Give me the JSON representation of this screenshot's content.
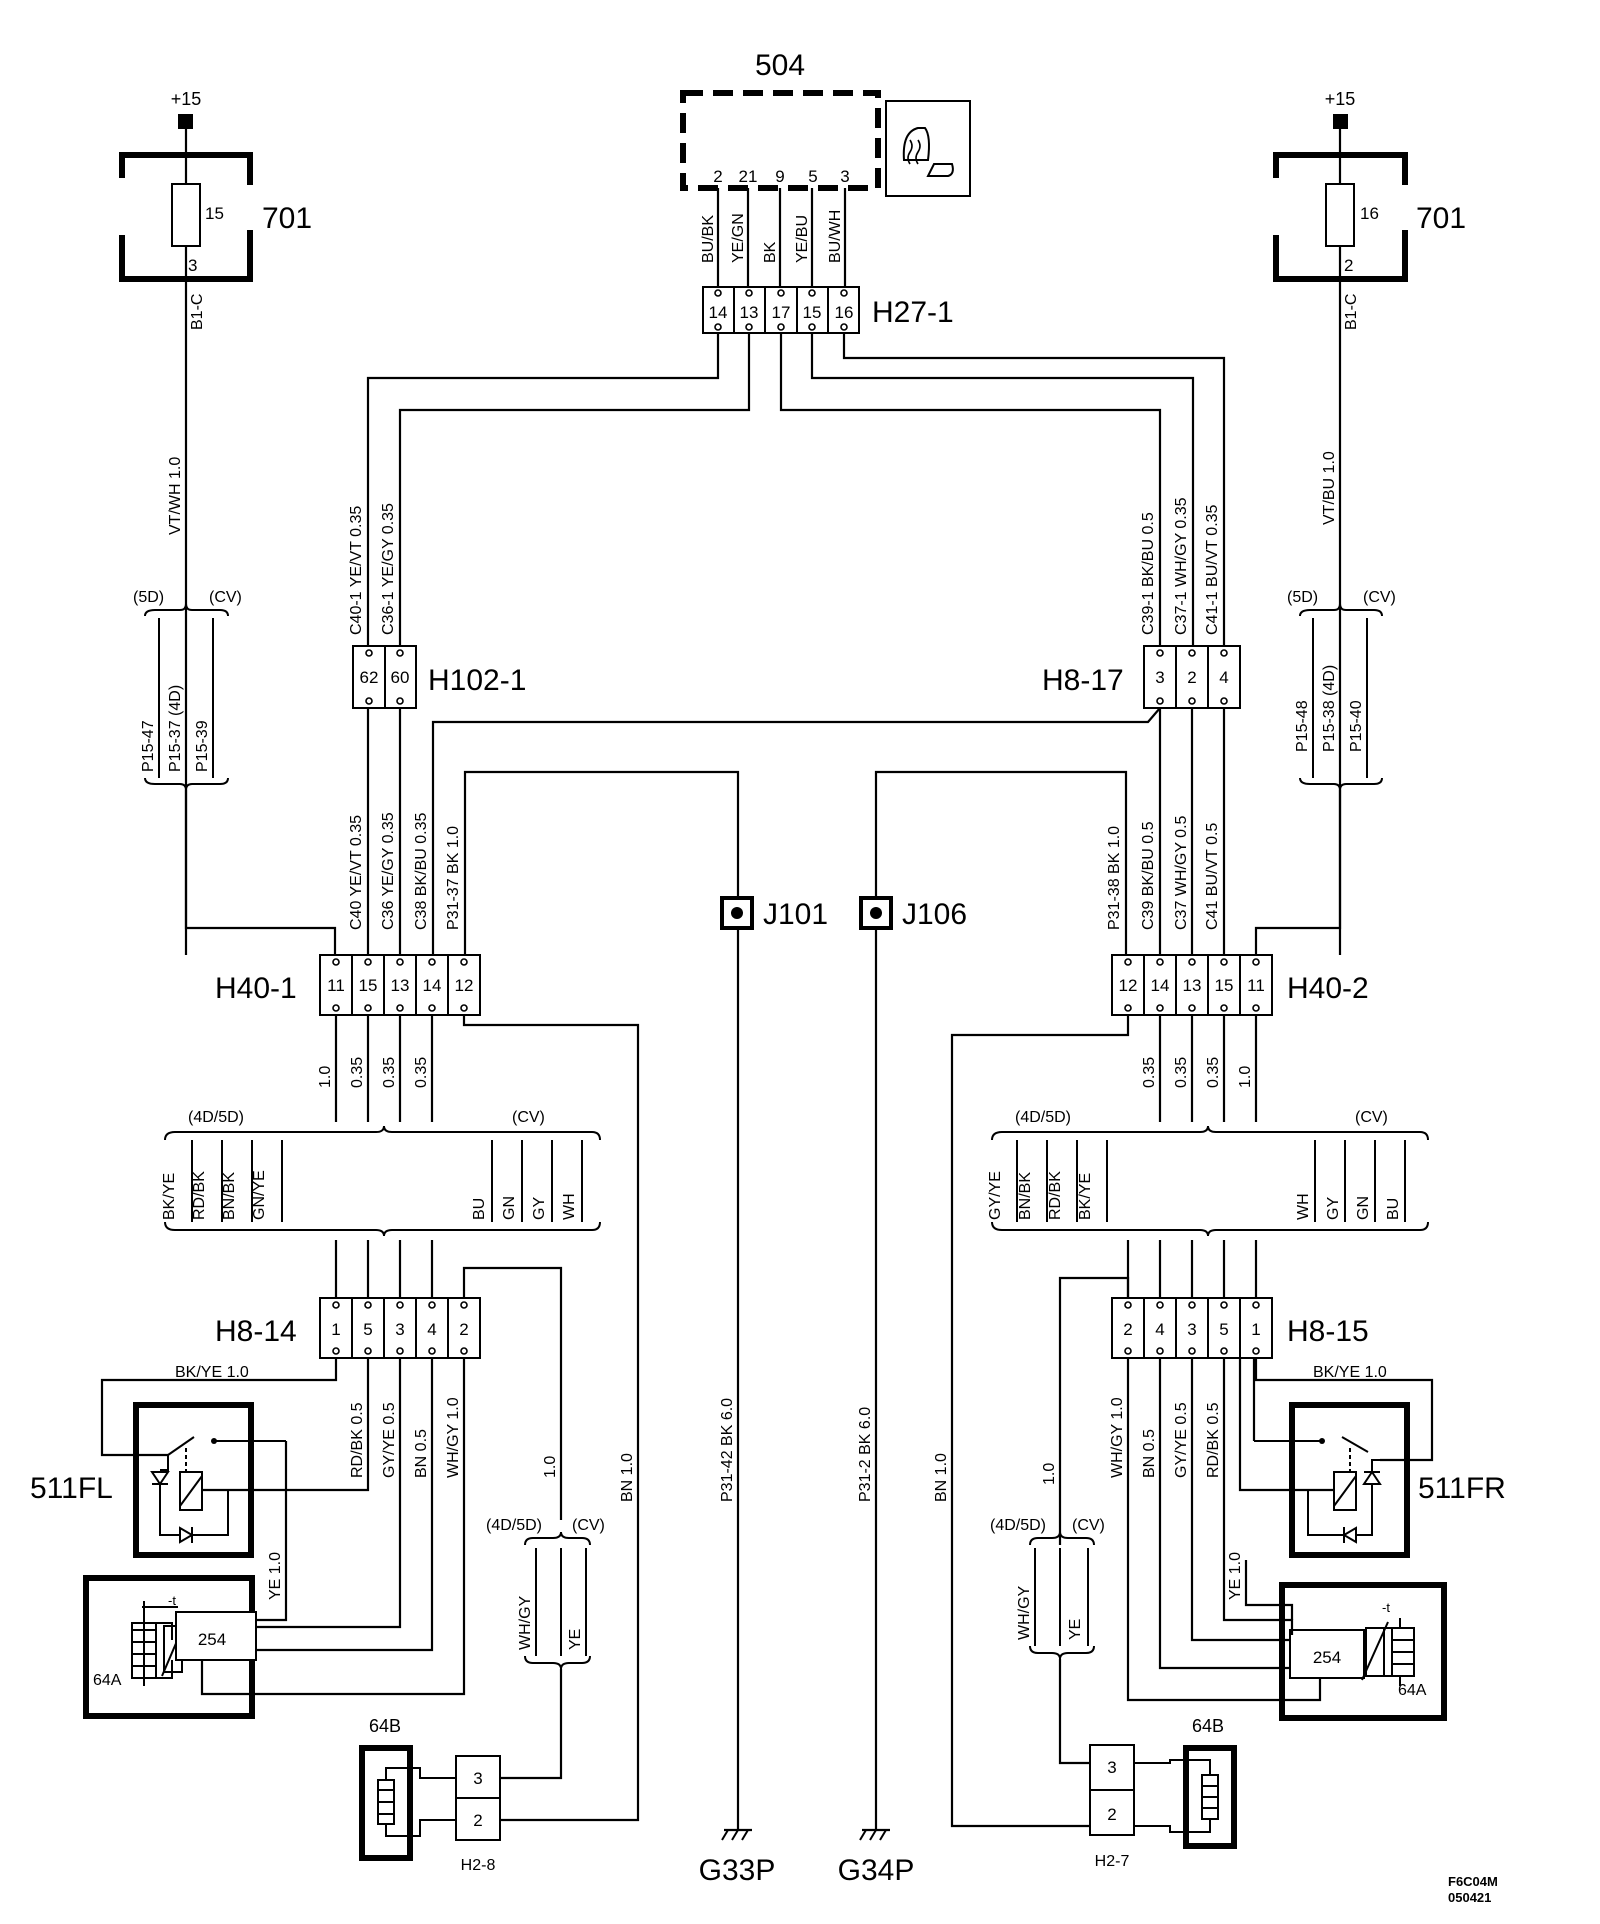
{
  "component_504": {
    "label": "504",
    "pins": [
      "2",
      "21",
      "9",
      "5",
      "3"
    ],
    "wires": [
      "BU/BK",
      "YE/GN",
      "BK",
      "YE/BU",
      "BU/WH"
    ]
  },
  "fuse_left": {
    "supply": "+15",
    "fuse": "15",
    "box": "701",
    "pin": "3",
    "conn": "B1-C",
    "wire": "VT/WH 1.0"
  },
  "fuse_right": {
    "supply": "+15",
    "fuse": "16",
    "box": "701",
    "pin": "2",
    "conn": "B1-C",
    "wire": "VT/BU 1.0"
  },
  "h27_1": {
    "label": "H27-1",
    "pins": [
      "14",
      "13",
      "17",
      "15",
      "16"
    ]
  },
  "h102_1": {
    "label": "H102-1",
    "pins": [
      "62",
      "60"
    ],
    "wires_top": [
      "C40-1 YE/VT 0.35",
      "C36-1 YE/GY 0.35"
    ]
  },
  "h8_17": {
    "label": "H8-17",
    "pins": [
      "3",
      "2",
      "4"
    ],
    "wires_top": [
      "C39-1 BK/BU 0.5",
      "C37-1 WH/GY 0.35",
      "C41-1 BU/VT 0.35"
    ]
  },
  "variant_left": {
    "a": "(5D)",
    "b": "(CV)",
    "wires": [
      "P15-47",
      "P15-37 (4D)",
      "P15-39"
    ]
  },
  "variant_right": {
    "a": "(5D)",
    "b": "(CV)",
    "wires": [
      "P15-48",
      "P15-38 (4D)",
      "P15-40"
    ]
  },
  "h40_1": {
    "label": "H40-1",
    "pins": [
      "11",
      "15",
      "13",
      "14",
      "12"
    ],
    "wires_top": [
      "C40 YE/VT 0.35",
      "C36 YE/GY 0.35",
      "C38 BK/BU 0.35",
      "P31-37 BK 1.0"
    ],
    "wires_bottom": [
      "1.0",
      "0.35",
      "0.35",
      "0.35"
    ]
  },
  "h40_2": {
    "label": "H40-2",
    "pins": [
      "12",
      "14",
      "13",
      "15",
      "11"
    ],
    "wires_top": [
      "P31-38 BK 1.0",
      "C39 BK/BU 0.5",
      "C37 WH/GY 0.5",
      "C41 BU/VT 0.5"
    ],
    "wires_bottom": [
      "0.35",
      "0.35",
      "0.35",
      "1.0"
    ]
  },
  "splice_j101": "J101",
  "splice_j106": "J106",
  "opt_left": {
    "a": "(4D/5D)",
    "b": "(CV)",
    "colors_a": [
      "BK/YE",
      "RD/BK",
      "BN/BK",
      "GN/YE"
    ],
    "colors_b": [
      "BU",
      "GN",
      "GY",
      "WH"
    ]
  },
  "opt_right": {
    "a": "(4D/5D)",
    "b": "(CV)",
    "colors_a": [
      "GY/YE",
      "BN/BK",
      "RD/BK",
      "BK/YE"
    ],
    "colors_b": [
      "WH",
      "GY",
      "GN",
      "BU"
    ]
  },
  "h8_14": {
    "label": "H8-14",
    "pins": [
      "1",
      "5",
      "3",
      "4",
      "2"
    ]
  },
  "h8_15": {
    "label": "H8-15",
    "pins": [
      "2",
      "4",
      "3",
      "5",
      "1"
    ]
  },
  "left_lower": {
    "top_wire": "BK/YE 1.0",
    "wires": [
      "RD/BK 0.5",
      "GY/YE 0.5",
      "BN 0.5",
      "WH/GY 1.0"
    ],
    "ye": "YE 1.0",
    "w10": "1.0",
    "bn": "BN 1.0",
    "gnd_wire": "P31-42 BK 6.0",
    "opt": {
      "a": "(4D/5D)",
      "b": "(CV)",
      "c1": "WH/GY",
      "c2": "YE"
    }
  },
  "right_lower": {
    "top_wire": "BK/YE 1.0",
    "wires": [
      "WH/GY 1.0",
      "BN 0.5",
      "GY/YE 0.5",
      "RD/BK 0.5"
    ],
    "ye": "YE 1.0",
    "w10": "1.0",
    "bn": "BN 1.0",
    "gnd_wire": "P31-2 BK 6.0",
    "opt": {
      "a": "(4D/5D)",
      "b": "(CV)",
      "c1": "WH/GY",
      "c2": "YE"
    }
  },
  "relay_left": "511FL",
  "relay_right": "511FR",
  "sensor_left": {
    "ctrl": "254",
    "heater": "64A",
    "t": "-t"
  },
  "sensor_right": {
    "ctrl": "254",
    "heater": "64A",
    "t": "-t"
  },
  "heater_b_left": "64B",
  "heater_b_right": "64B",
  "h2_8": {
    "label": "H2-8",
    "pins": [
      "3",
      "2"
    ]
  },
  "h2_7": {
    "label": "H2-7",
    "pins": [
      "3",
      "2"
    ]
  },
  "ground_left": "G33P",
  "ground_right": "G34P",
  "doc_code": "F6C04M",
  "doc_date": "050421"
}
